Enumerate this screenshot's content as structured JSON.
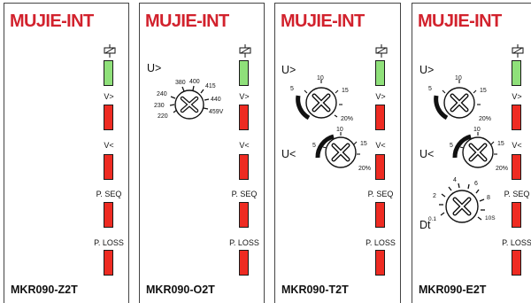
{
  "brand": "MUJIE-INT",
  "colors": {
    "brand": "#d2222d",
    "led_ok": "#8fe07a",
    "led_fault": "#ee2b22"
  },
  "icons": {
    "relay": "relay-coil-icon",
    "knob": "rotary-knob-icon"
  },
  "panels": [
    {
      "model": "MKR090-Z2T",
      "indicators": {
        "relay": "relay-coil-icon",
        "over": "V>",
        "under": "V<",
        "pseq": "P. SEQ",
        "ploss": "P. LOSS"
      }
    },
    {
      "model": "MKR090-O2T",
      "indicators": {
        "relay": "relay-coil-icon",
        "over": "V>",
        "under": "V<",
        "pseq": "P. SEQ",
        "ploss": "P. LOSS"
      },
      "dial_u": {
        "label": "U>",
        "scale": [
          "220",
          "230",
          "240",
          "380",
          "400",
          "415",
          "440",
          "459V"
        ]
      }
    },
    {
      "model": "MKR090-T2T",
      "indicators": {
        "relay": "relay-coil-icon",
        "over": "V>",
        "under": "V<",
        "pseq": "P. SEQ",
        "ploss": "P. LOSS"
      },
      "dial_over": {
        "label": "U>",
        "scale": [
          "5",
          "10",
          "15",
          "20%"
        ]
      },
      "dial_under": {
        "label": "U<",
        "scale": [
          "5",
          "10",
          "15",
          "20%"
        ]
      }
    },
    {
      "model": "MKR090-E2T",
      "indicators": {
        "relay": "relay-coil-icon",
        "over": "V>",
        "under": "V<",
        "pseq": "P. SEQ",
        "ploss": "P. LOSS"
      },
      "dial_over": {
        "label": "U>",
        "scale": [
          "5",
          "10",
          "15",
          "20%"
        ]
      },
      "dial_under": {
        "label": "U<",
        "scale": [
          "5",
          "10",
          "15",
          "20%"
        ]
      },
      "dial_dt": {
        "label": "Dt",
        "scale": [
          "0.1",
          "2",
          "4",
          "6",
          "8",
          "10S"
        ]
      }
    }
  ]
}
